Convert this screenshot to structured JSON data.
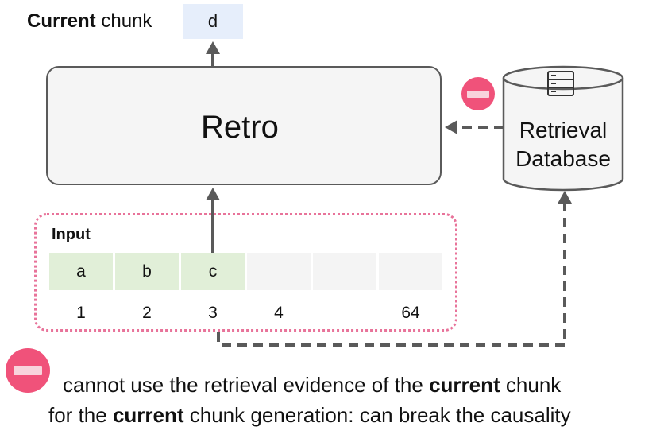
{
  "header": {
    "label_bold": "Current",
    "label_rest": "chunk",
    "output_token": "d"
  },
  "model": {
    "name": "Retro"
  },
  "database": {
    "line1": "Retrieval",
    "line2": "Database"
  },
  "input": {
    "label": "Input",
    "cells": [
      "a",
      "b",
      "c",
      "",
      "",
      ""
    ],
    "indices": [
      "1",
      "2",
      "3",
      "4",
      "",
      "64"
    ]
  },
  "note": {
    "line1_pre": "cannot use the retrieval evidence of the",
    "line1_bold": "current",
    "line1_post": "chunk",
    "line2_pre": "for the",
    "line2_bold": "current",
    "line2_post": "chunk generation: can break the causality"
  },
  "colors": {
    "arrow": "#5a5a5a",
    "minus_badge": "#f0527a",
    "input_frame": "#e8739a",
    "filled_cell": "#e1efd8",
    "output_cell": "#e6eefb",
    "network_icon": "#1e3a5f",
    "network_nodes": "#3cc4ec"
  }
}
